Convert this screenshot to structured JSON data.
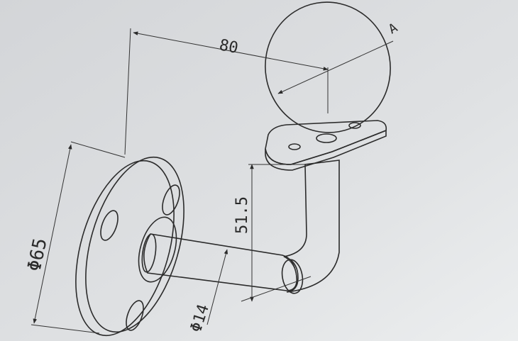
{
  "dimensions": {
    "arm_length": "80",
    "height": "51.5",
    "tube_diameter": "Φ14",
    "flange_diameter": "Φ65",
    "section_marker": "A"
  },
  "colors": {
    "paper": "#d9dbdd",
    "ink": "#2b2b2b"
  }
}
